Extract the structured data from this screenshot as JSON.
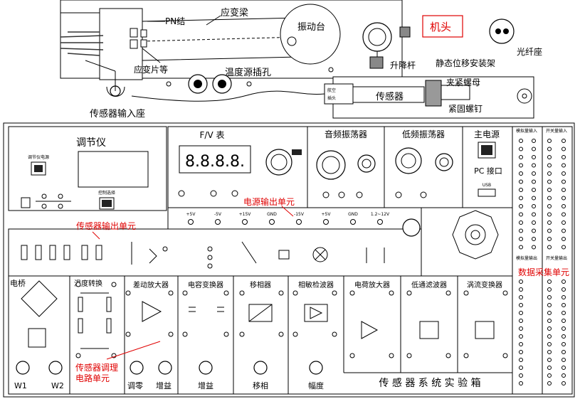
{
  "head": {
    "pn_label": "PN结",
    "beam_label": "应变梁",
    "table_label": "振动台",
    "lift_label": "升降杆",
    "machine_head": "机头",
    "fiber_seat": "光纤座",
    "strain_label": "应变片等",
    "temp_port": "温度源插孔",
    "static_mount": "静态位移安装架",
    "clamp_nut": "夹紧螺母",
    "sensor": "传感器",
    "lock_screw": "紧固螺钉",
    "sensor_input": "传感器输入座",
    "plug_text_1": "航空",
    "plug_text_2": "插头"
  },
  "panel": {
    "regulator": "调节仪",
    "regulator_switch": "调节仪电源",
    "regulator_mode": "控制选择",
    "fv_meter": "F/V 表",
    "fv_display": "8.8.8.8.",
    "audio_osc": "音频振荡器",
    "lowfreq_osc": "低频振荡器",
    "main_power": "主电源",
    "pc_port": "PC 接口",
    "usb": "USB",
    "power_out": "电源输出单元",
    "sensor_out": "传感器输出单元",
    "data_acq": "数据采集单元",
    "sensor_cond_1": "传感器调理",
    "sensor_cond_2": "电路单元",
    "bridge": "电桥",
    "temp_conv": "温度转换",
    "diff_amp": "差动放大器",
    "cap_conv": "电容变换器",
    "phase_shifter": "移相器",
    "phase_detector": "相敏检波器",
    "charge_amp": "电荷放大器",
    "lowpass": "低通滤波器",
    "eddy_conv": "涡流变换器",
    "w1": "W1",
    "w2": "W2",
    "zero_adj": "调零",
    "gain": "增益",
    "gain2": "增益",
    "phase": "移相",
    "amplitude": "幅度",
    "system_title": "传 感 器 系 统 实 验 箱",
    "volt_labels": [
      "+5V",
      "-5V",
      "+15V",
      "GND",
      "-15V",
      "+5V",
      "GND",
      "1.2~12V"
    ],
    "adc_title": "模拟量输入",
    "di_title": "开关量输入",
    "adc2_title": "模拟量输出",
    "do_title": "开关量输出"
  }
}
